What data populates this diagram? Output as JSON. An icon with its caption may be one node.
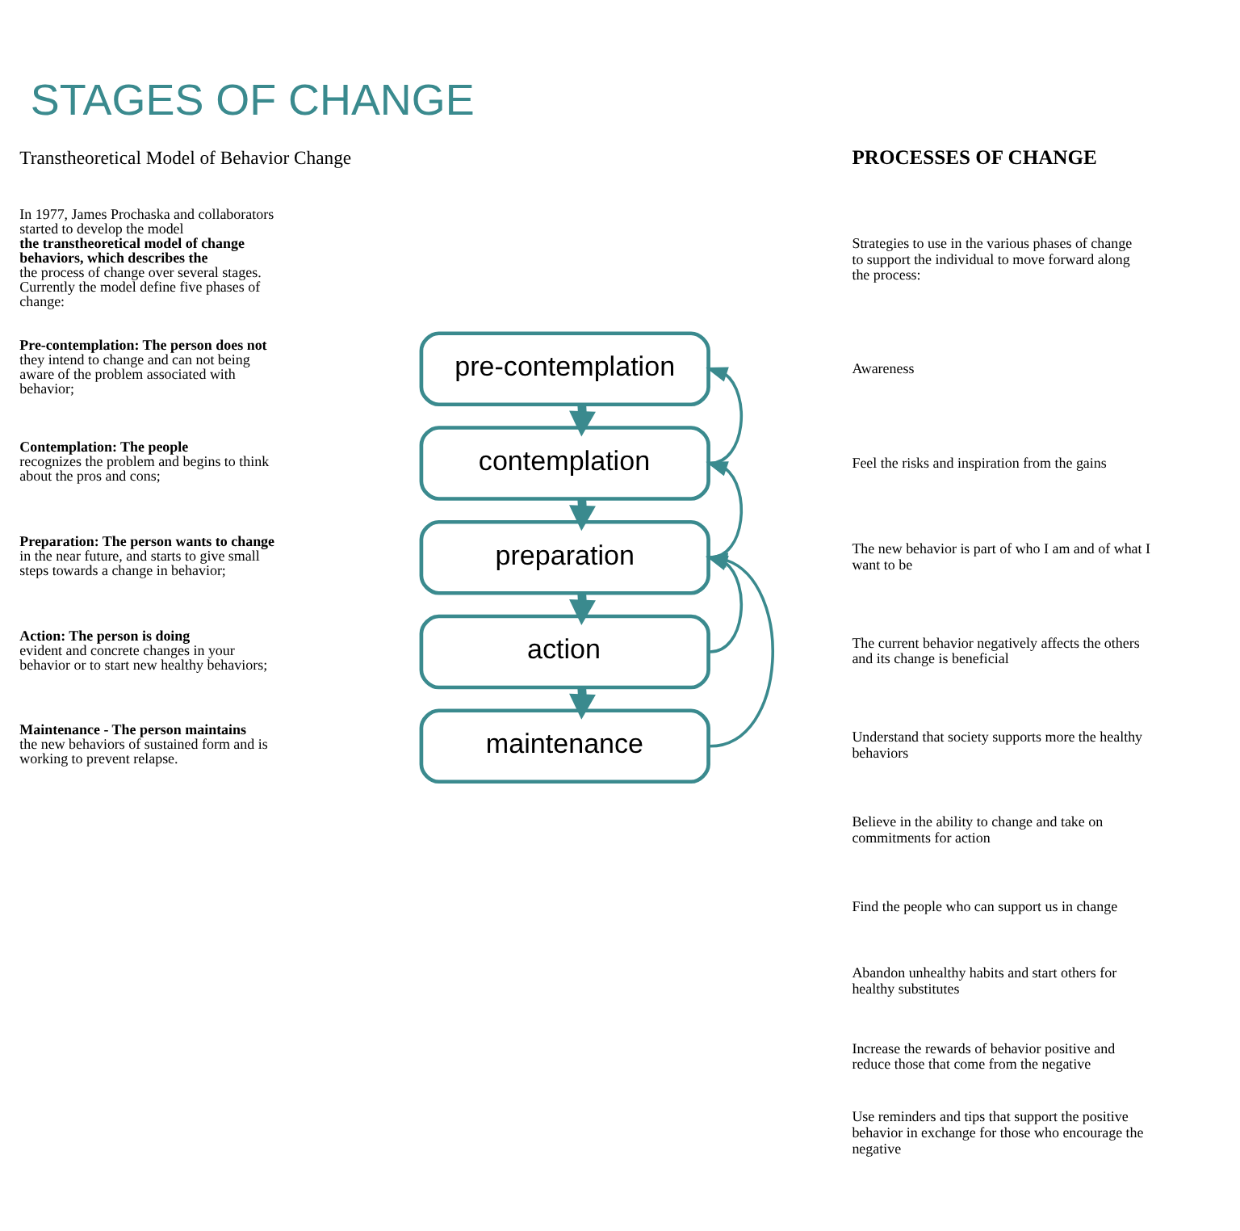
{
  "diagram": {
    "title": "STAGES OF CHANGE",
    "nodes": [
      {
        "text": [
          "pre-contemplation"
        ]
      },
      {
        "text": [
          "contemplation"
        ]
      },
      {
        "text": [
          "preparation"
        ]
      },
      {
        "text": [
          "action"
        ]
      },
      {
        "text": [
          "maintenance"
        ]
      }
    ],
    "edges": [
      {
        "from": 0,
        "to": 1,
        "arrow": "to",
        "style": "thick"
      },
      {
        "from": 1,
        "to": 2,
        "arrow": "to",
        "style": "thick"
      },
      {
        "from": 2,
        "to": 3,
        "arrow": "to",
        "style": "thick"
      },
      {
        "from": 3,
        "to": 4,
        "arrow": "to",
        "style": "thick"
      },
      {
        "from": 1,
        "to": 0,
        "arrow": "to"
      },
      {
        "from": 2,
        "to": 1,
        "arrow": "to"
      },
      {
        "from": 3,
        "to": 2,
        "arrow": "to"
      },
      {
        "from": 4,
        "to": 2,
        "arrow": "to"
      }
    ],
    "labels": [
      "Transtheoretical Model of Behavior Change",
      "In 1977, James Prochaska and collaborators started to develop the model **the transtheoretical model of change behaviors, which describes the** the process of change over several stages. Currently the model define five phases of change:",
      "**Pre-contemplation: The person does not** they intend to change and can not being aware of the problem associated with behavior;",
      "**Contemplation: The people** recognizes the problem and begins to think about the pros and cons;",
      "**Preparation: The person wants to change** in the near future, and starts to give small steps towards a change in behavior;",
      "**Action: The person is doing** evident and concrete changes in your behavior or to start new healthy behaviors;",
      "**Maintenance - The person maintains** the new behaviors of sustained form and is working to prevent relapse.",
      "PROCESSES OF CHANGE",
      "Strategies to use in the various phases of change to support the individual to move forward along the process:",
      "Awareness",
      "Feel the risks and inspiration from the gains",
      "The new behavior is part of who I am and of what I want to be",
      "The current behavior negatively affects the others and its change is beneficial",
      "Understand that society supports more the healthy behaviors",
      "Believe in the ability to change and take on commitments for action",
      "Find the people who can support us in change",
      "Abandon unhealthy habits and start others for healthy substitutes",
      "Increase the rewards of behavior positive and reduce those that come from the negative",
      "Use reminders and tips that support the positive behavior in exchange for those who encourage the negative"
    ]
  }
}
